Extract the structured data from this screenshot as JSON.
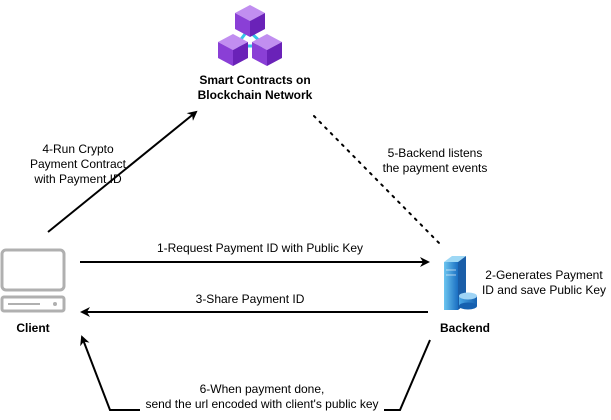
{
  "nodes": {
    "blockchain": {
      "label_line1": "Smart Contracts on",
      "label_line2": "Blockchain Network",
      "icon": "blockchain-cubes-icon"
    },
    "client": {
      "label": "Client",
      "icon": "desktop-computer-icon"
    },
    "backend": {
      "label": "Backend",
      "icon": "server-database-icon"
    }
  },
  "edges": {
    "request_payment_id": "1-Request Payment ID with Public Key",
    "generate_payment_id": {
      "line1": "2-Generates Payment",
      "line2": "ID and save Public Key"
    },
    "share_payment_id": "3-Share Payment ID",
    "run_contract": {
      "line1": "4-Run Crypto",
      "line2": "Payment Contract",
      "line3": "with Payment ID"
    },
    "listen_events": {
      "line1": "5-Backend listens",
      "line2": "the payment events"
    },
    "payment_done": {
      "line1": "6-When payment done,",
      "line2": "send the url encoded with client's public key"
    }
  },
  "colors": {
    "cube_top": "#c18ef0",
    "cube_left": "#8a3fd6",
    "cube_right": "#6a22b8",
    "ring": "#36c5e8",
    "monitor": "#b0b0b0",
    "server_light": "#6cc5f0",
    "server_dark": "#1a6fc2",
    "line": "#000000"
  }
}
